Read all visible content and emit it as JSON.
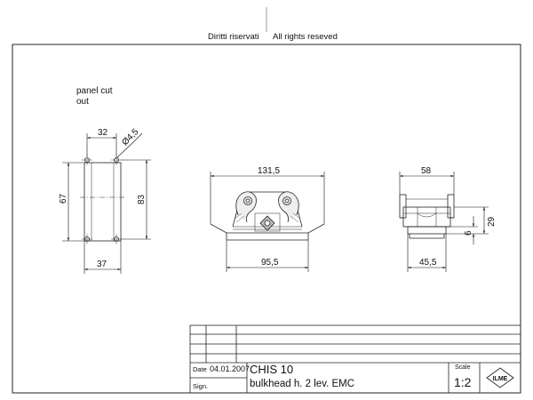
{
  "header": {
    "rights_it": "Diritti riservati",
    "rights_en": "All rights reseved"
  },
  "panel_cutout": {
    "label_line1": "panel cut",
    "label_line2": "out",
    "dim_width_top": "32",
    "dim_hole_diameter": "Ø4,5",
    "dim_height_left": "67",
    "dim_height_right": "83",
    "dim_width_bottom": "37"
  },
  "front_view": {
    "dim_overall_width": "131,5",
    "dim_base_width": "95,5"
  },
  "side_view": {
    "dim_top_width": "58",
    "dim_height": "29",
    "dim_base_height": "6",
    "dim_base_width": "45,5"
  },
  "title_block": {
    "date_label": "Date",
    "date_value": "04.01.2007",
    "sign_label": "Sign.",
    "product_code": "CHIS 10",
    "description": "bulkhead h. 2 lev. EMC",
    "scale_label": "Scale",
    "scale_value": "1:2",
    "logo_text": "ILME"
  }
}
